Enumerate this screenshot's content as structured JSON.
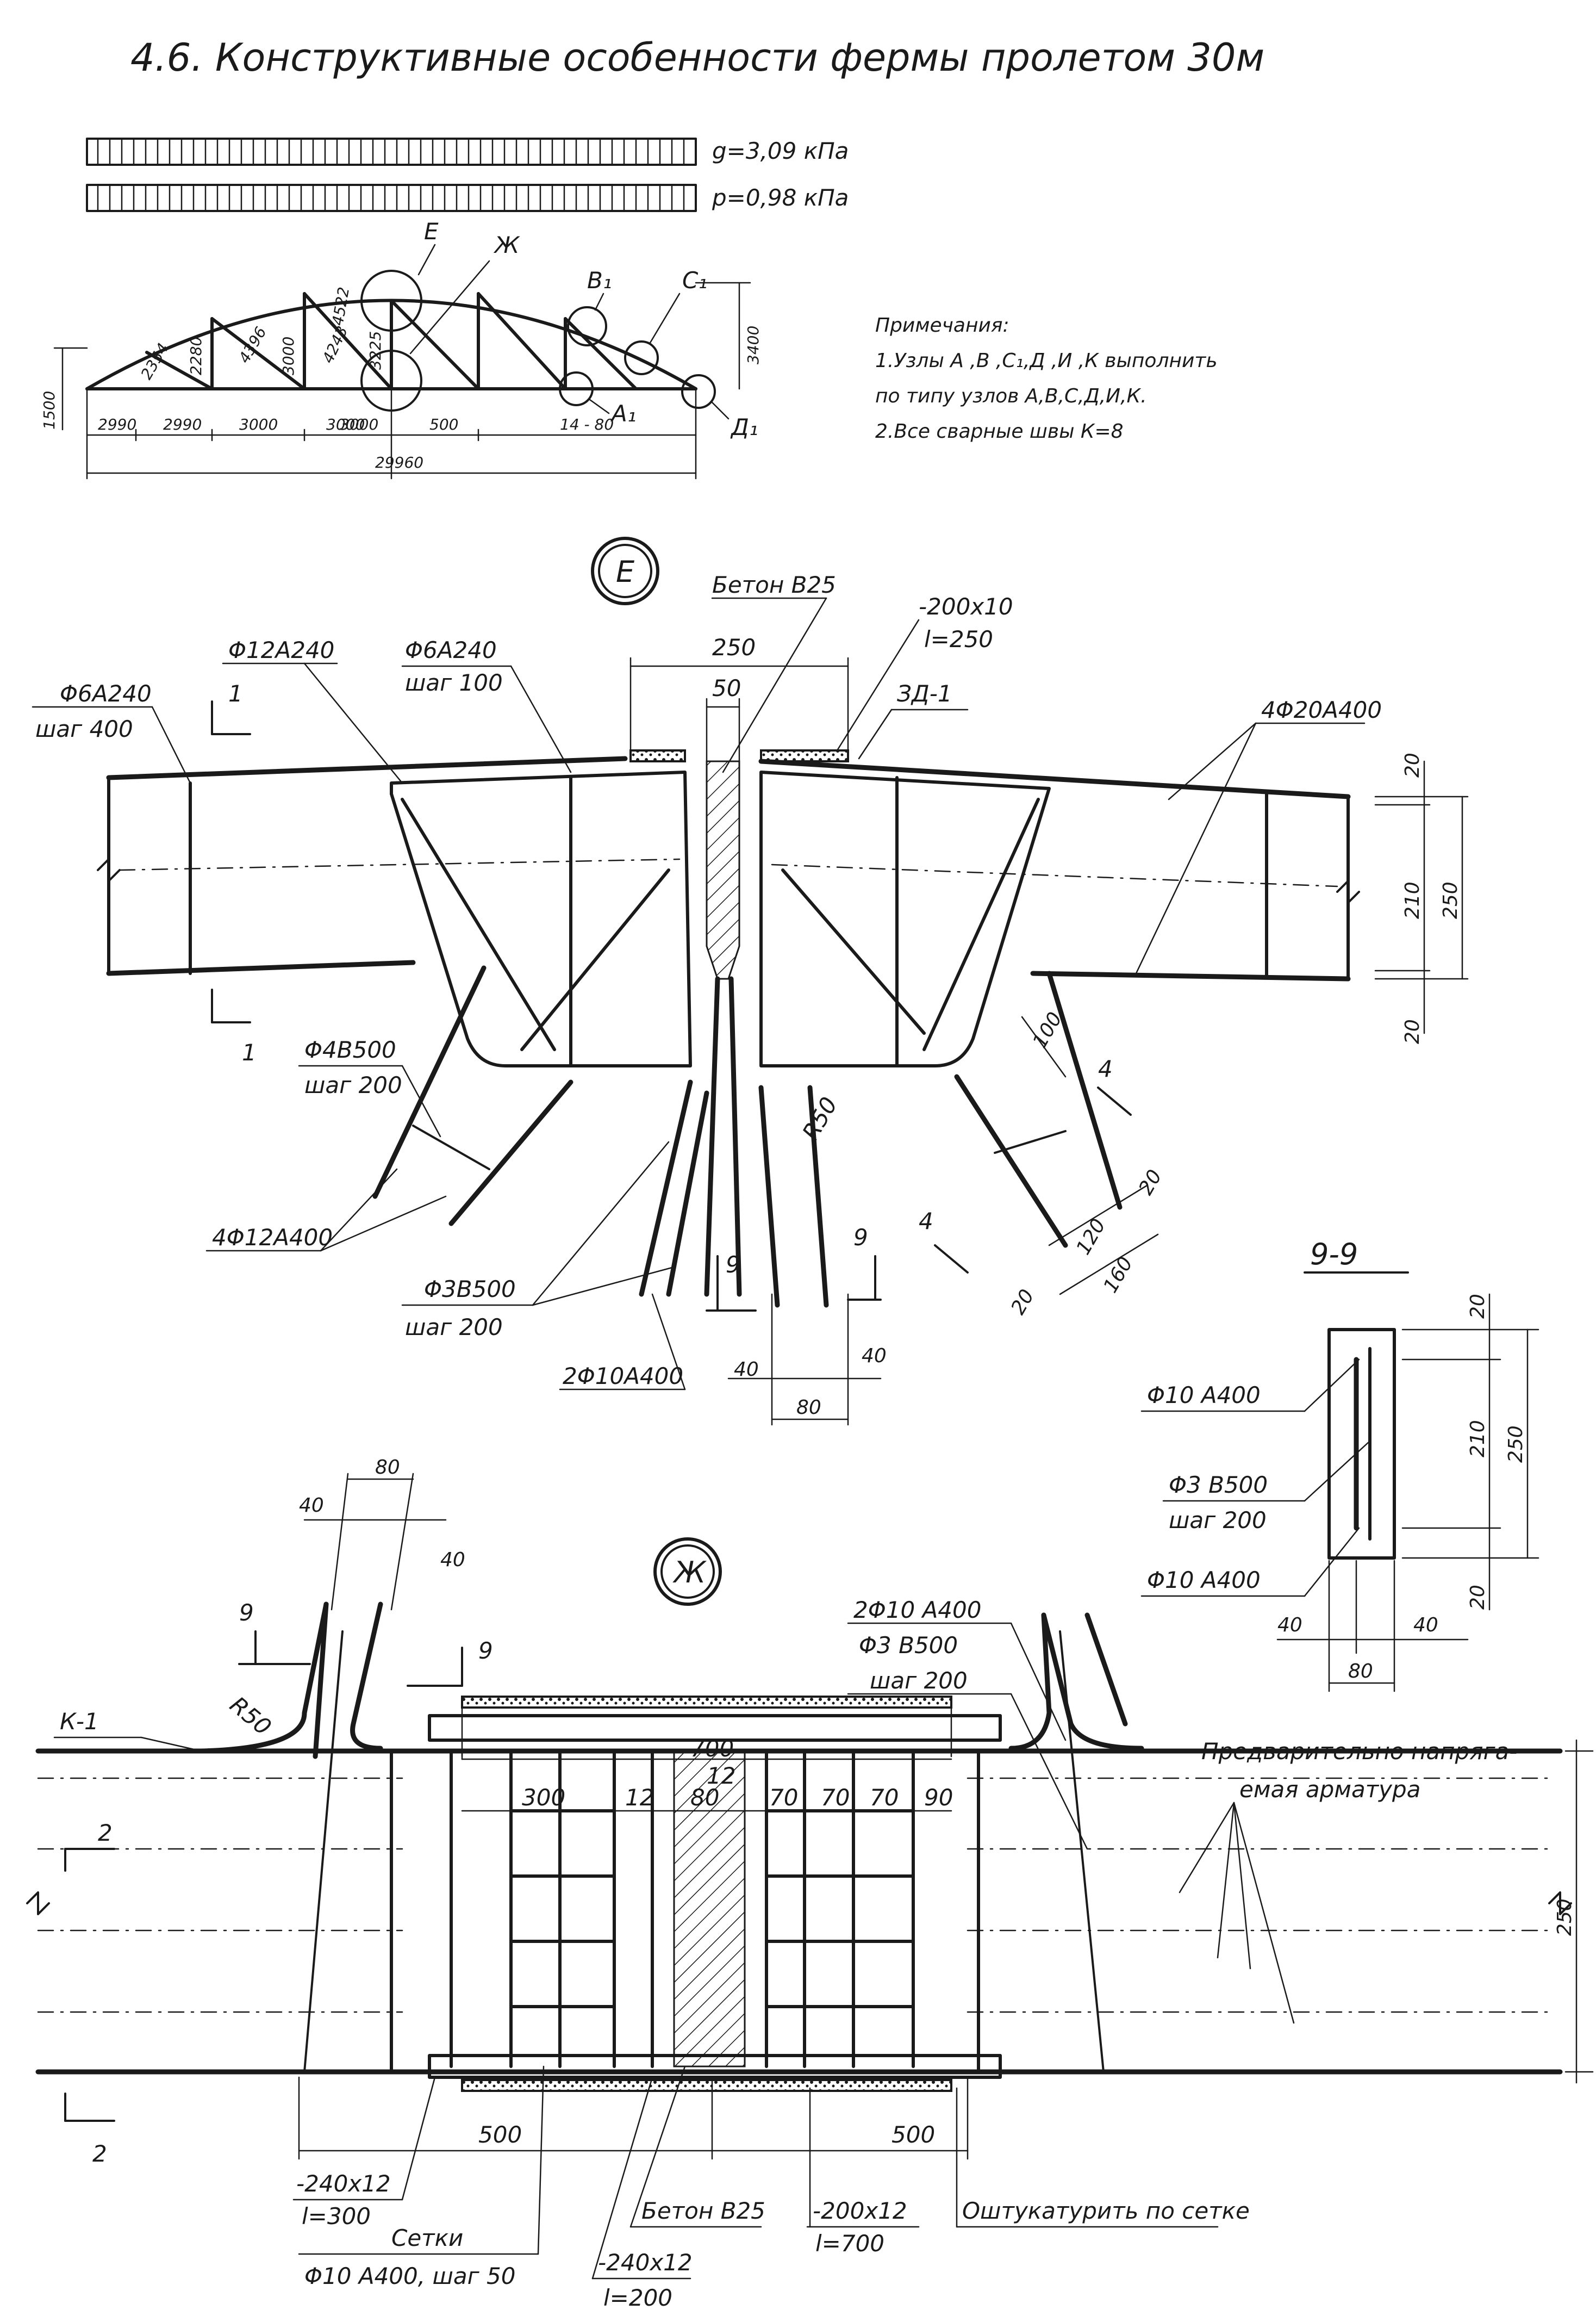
{
  "title": "4.6. Конструктивные особенности фермы пролетом 30м",
  "loads": {
    "g": "g=3,09 кПа",
    "p": "p=0,98 кПа"
  },
  "scheme": {
    "node_labels": [
      "Е",
      "Ж",
      "B₁",
      "С₁",
      "A₁",
      "Д₁"
    ],
    "member_lengths": [
      "2354",
      "2280",
      "4396",
      "3000",
      "4243",
      "3225",
      "4522"
    ],
    "height_right": "3400",
    "height_left": "1500",
    "panels": [
      "2990",
      "2990",
      "3000",
      "3000",
      "3000",
      "500",
      "14 - 80"
    ],
    "span": "29960"
  },
  "notes": {
    "heading": "Примечания:",
    "line1": "1.Узлы А ,В ,С₁,Д ,И ,К  выполнить",
    "line2": "по типу узлов А,В,С,Д,И,К.",
    "line3": "2.Все сварные швы К=8"
  },
  "node_e": {
    "marker": "Е",
    "concrete": "Бетон В25",
    "plate": "-200x10",
    "plate_len": "l=250",
    "zd": "ЗД-1",
    "dim250": "250",
    "dim50": "50",
    "rebar_top_right": "4Φ20А400",
    "rebar_a": "Φ12А240",
    "rebar_b": "Φ6А240",
    "rebar_b_step": "шаг 100",
    "rebar_c": "Φ6А240",
    "rebar_c_step": "шаг 400",
    "cut1": "1",
    "cut1b": "1",
    "rebar_d": "Φ4В500",
    "rebar_d_step": "шаг 200",
    "rebar_e": "4Φ12А400",
    "rebar_f": "Φ3В500",
    "rebar_f_step": "шаг 200",
    "rebar_g": "2Φ10А400",
    "radius": "R50",
    "cut9a": "9",
    "cut9b": "9",
    "cut4a": "4",
    "cut4b": "4",
    "dim100": "100",
    "dim20a": "20",
    "dim20b": "20",
    "dim120": "120",
    "dim160": "160",
    "dim40a": "40",
    "dim40b": "40",
    "dim80": "80",
    "right_dims": [
      "20",
      "210",
      "250",
      "20"
    ]
  },
  "section99": {
    "title": "9-9",
    "r1": "Φ10 А400",
    "r2": "Φ3 В500",
    "r2_step": "шаг 200",
    "r3": "Φ10 А400",
    "dims_v": [
      "20",
      "210",
      "250",
      "20"
    ],
    "dims_h": [
      "40",
      "40",
      "80"
    ]
  },
  "node_zh": {
    "marker": "Ж",
    "dims_top": [
      "40",
      "80",
      "40"
    ],
    "cut9a": "9",
    "cut9b": "9",
    "k1": "К-1",
    "radius": "R50",
    "cut2a": "2",
    "cut2b": "2",
    "dim700": "700",
    "dim12top": "12",
    "row": [
      "300",
      "12",
      "80",
      "70",
      "70",
      "70",
      "90"
    ],
    "r1": "2Φ10 А400",
    "r2": "Φ3 В500",
    "r2_step": "шаг 200",
    "prestress1": "Предварительно напряга-",
    "prestress2": "емая арматура",
    "dim250": "250",
    "dim500a": "500",
    "dim500b": "500",
    "plate1": "-240x12",
    "plate1_len": "l=300",
    "concrete": "Бетон В25",
    "plate2": "-200x12",
    "plate2_len": "l=700",
    "plaster": "Оштукатурить по сетке",
    "mesh1": "Сетки",
    "mesh2": "Φ10 А400, шаг 50",
    "plate3": "-240x12",
    "plate3_len": "l=200"
  }
}
